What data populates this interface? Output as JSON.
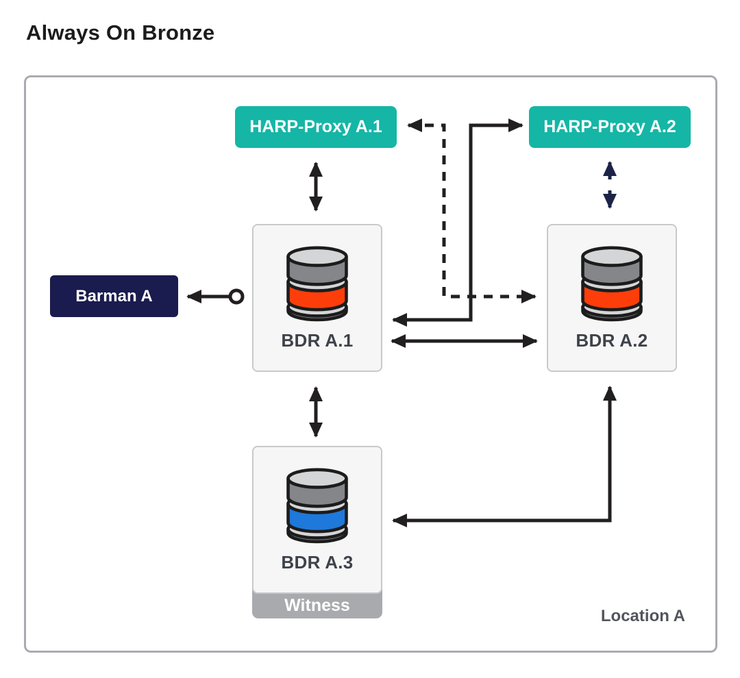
{
  "title": "Always On Bronze",
  "container": {
    "label": "Location A"
  },
  "nodes": {
    "harp_proxy_a1": {
      "label": "HARP-Proxy A.1"
    },
    "harp_proxy_a2": {
      "label": "HARP-Proxy A.2"
    },
    "barman_a": {
      "label": "Barman A"
    },
    "bdr_a1": {
      "label": "BDR A.1",
      "disk_accent": "#fd3e0a"
    },
    "bdr_a2": {
      "label": "BDR A.2",
      "disk_accent": "#fd3e0a"
    },
    "bdr_a3": {
      "label": "BDR A.3",
      "badge": "Witness",
      "disk_accent": "#1e79db"
    }
  },
  "colors": {
    "accent_teal": "#15b6a6",
    "barman_navy": "#1a1b4e",
    "arrow_black": "#221f20",
    "arrow_navy": "#1c2347",
    "disk_orange": "#fd3e0a",
    "disk_blue": "#1e79db",
    "witness_gray": "#a9aaae",
    "card_bg": "#f6f6f7",
    "card_border": "#c8c9cb"
  }
}
